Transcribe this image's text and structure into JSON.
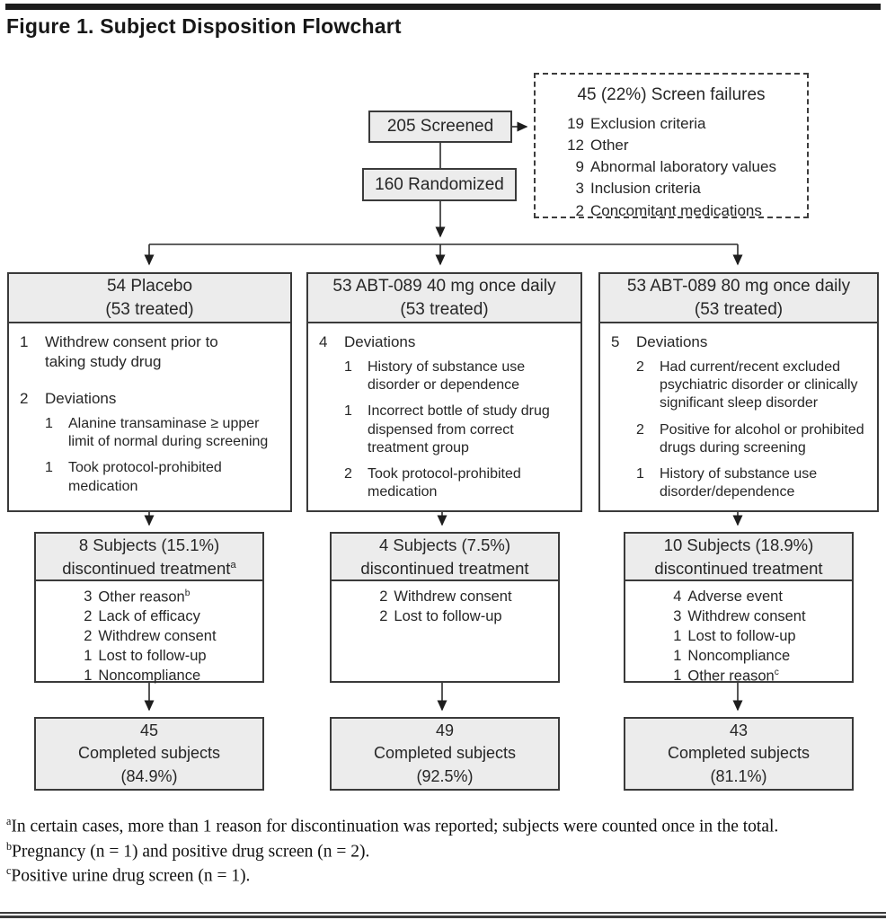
{
  "title": "Figure 1. Subject Disposition Flowchart",
  "colors": {
    "box_fill": "#ececec",
    "box_border": "#3a3a3a",
    "line": "#2b2b2b"
  },
  "top": {
    "screened": "205 Screened",
    "randomized": "160 Randomized"
  },
  "screen_failures": {
    "title": "45 (22%) Screen failures",
    "items": [
      {
        "n": "19",
        "label": "Exclusion criteria"
      },
      {
        "n": "12",
        "label": "Other"
      },
      {
        "n": "9",
        "label": "Abnormal laboratory values"
      },
      {
        "n": "3",
        "label": "Inclusion criteria"
      },
      {
        "n": "2",
        "label": "Concomitant medications"
      }
    ]
  },
  "columns": [
    {
      "id": "placebo",
      "header": [
        "54 Placebo",
        "(53 treated)"
      ],
      "details": [
        {
          "n": "1",
          "text": "Withdrew consent prior to taking study drug",
          "level": 1
        },
        {
          "n": "2",
          "text": "Deviations",
          "level": 1,
          "space": true
        },
        {
          "n": "1",
          "text": "Alanine transaminase ≥ upper limit of normal during screening",
          "level": 2
        },
        {
          "n": "1",
          "text": "Took protocol-prohibited medication",
          "level": 2
        }
      ],
      "discontinued": {
        "line1": "8 Subjects (15.1%)",
        "line2": "discontinued treatment",
        "line2_sup": "a",
        "items": [
          {
            "n": "3",
            "text": "Other reason",
            "sup": "b"
          },
          {
            "n": "2",
            "text": "Lack of efficacy"
          },
          {
            "n": "2",
            "text": "Withdrew consent"
          },
          {
            "n": "1",
            "text": "Lost to follow-up"
          },
          {
            "n": "1",
            "text": "Noncompliance"
          }
        ]
      },
      "completed": {
        "count": "45",
        "label": "Completed subjects",
        "pct": "(84.9%)"
      }
    },
    {
      "id": "abt089-40mg",
      "header": [
        "53 ABT-089 40 mg once daily",
        "(53 treated)"
      ],
      "details": [
        {
          "n": "4",
          "text": "Deviations",
          "level": 1
        },
        {
          "n": "1",
          "text": "History of substance use disorder or dependence",
          "level": 2
        },
        {
          "n": "1",
          "text": "Incorrect bottle of study drug dispensed from correct treatment group",
          "level": 2
        },
        {
          "n": "2",
          "text": "Took protocol-prohibited medication",
          "level": 2
        }
      ],
      "discontinued": {
        "line1": "4 Subjects (7.5%)",
        "line2": "discontinued treatment",
        "items": [
          {
            "n": "2",
            "text": "Withdrew consent"
          },
          {
            "n": "2",
            "text": "Lost to follow-up"
          }
        ]
      },
      "completed": {
        "count": "49",
        "label": "Completed subjects",
        "pct": "(92.5%)"
      }
    },
    {
      "id": "abt089-80mg",
      "header": [
        "53 ABT-089 80 mg once daily",
        "(53 treated)"
      ],
      "details": [
        {
          "n": "5",
          "text": "Deviations",
          "level": 1
        },
        {
          "n": "2",
          "text": "Had current/recent excluded psychiatric disorder or clinically significant sleep disorder",
          "level": 2
        },
        {
          "n": "2",
          "text": "Positive for alcohol or prohibited drugs during screening",
          "level": 2
        },
        {
          "n": "1",
          "text": "History of substance use disorder/dependence",
          "level": 2
        }
      ],
      "discontinued": {
        "line1": "10 Subjects (18.9%)",
        "line2": "discontinued treatment",
        "items": [
          {
            "n": "4",
            "text": "Adverse event"
          },
          {
            "n": "3",
            "text": "Withdrew consent"
          },
          {
            "n": "1",
            "text": "Lost to follow-up"
          },
          {
            "n": "1",
            "text": "Noncompliance"
          },
          {
            "n": "1",
            "text": "Other reason",
            "sup": "c"
          }
        ]
      },
      "completed": {
        "count": "43",
        "label": "Completed subjects",
        "pct": "(81.1%)"
      }
    }
  ],
  "footnotes": [
    {
      "sup": "a",
      "text": "In certain cases, more than 1 reason for discontinuation was reported; subjects were counted once in the total."
    },
    {
      "sup": "b",
      "text": "Pregnancy (n = 1) and positive drug screen (n = 2)."
    },
    {
      "sup": "c",
      "text": "Positive urine drug screen (n = 1)."
    }
  ]
}
